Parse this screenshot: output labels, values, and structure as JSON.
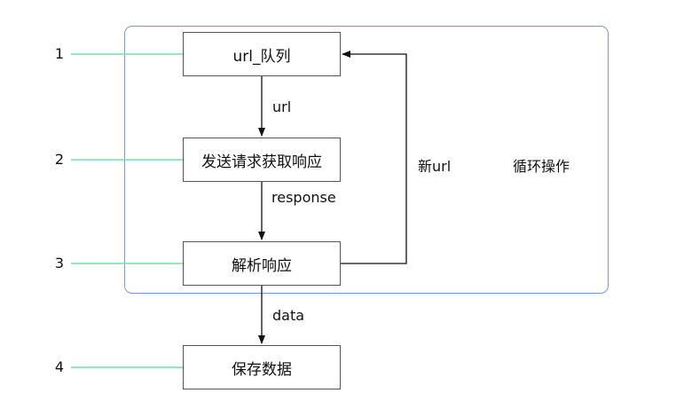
{
  "diagram": {
    "steps": [
      {
        "number": "1",
        "label": "url_队列"
      },
      {
        "number": "2",
        "label": "发送请求获取响应"
      },
      {
        "number": "3",
        "label": "解析响应"
      },
      {
        "number": "4",
        "label": "保存数据"
      }
    ],
    "edges": {
      "queue_to_request": "url",
      "request_to_parse": "response",
      "parse_to_save": "data",
      "parse_to_queue": "新url"
    },
    "loop_label": "循环操作",
    "colors": {
      "loop_border": "#7b99d6",
      "step_connector": "#6fe3a4",
      "box_border": "#555555",
      "arrow": "#111111"
    }
  }
}
